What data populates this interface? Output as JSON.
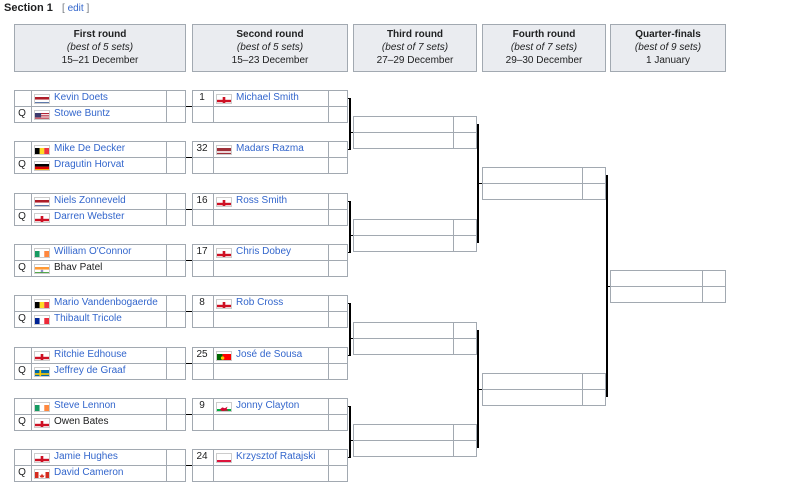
{
  "section": {
    "title": "Section 1",
    "edit_open": "[",
    "edit_label": "edit",
    "edit_close": "]"
  },
  "rounds": [
    {
      "name": "First round",
      "format": "(best of 5 sets)",
      "dates": "15–21 December"
    },
    {
      "name": "Second round",
      "format": "(best of 5 sets)",
      "dates": "15–23 December"
    },
    {
      "name": "Third round",
      "format": "(best of 7 sets)",
      "dates": "27–29 December"
    },
    {
      "name": "Fourth round",
      "format": "(best of 7 sets)",
      "dates": "29–30 December"
    },
    {
      "name": "Quarter-finals",
      "format": "(best of 9 sets)",
      "dates": "1 January"
    }
  ],
  "first_round": [
    {
      "top": {
        "seed": "",
        "name": "Kevin Doets",
        "flag": "NED"
      },
      "bottom": {
        "seed": "Q",
        "name": "Stowe Buntz",
        "flag": "USA"
      }
    },
    {
      "top": {
        "seed": "",
        "name": "Mike De Decker",
        "flag": "BEL"
      },
      "bottom": {
        "seed": "Q",
        "name": "Dragutin Horvat",
        "flag": "GER"
      }
    },
    {
      "top": {
        "seed": "",
        "name": "Niels Zonneveld",
        "flag": "NED"
      },
      "bottom": {
        "seed": "Q",
        "name": "Darren Webster",
        "flag": "ENG"
      }
    },
    {
      "top": {
        "seed": "",
        "name": "William O'Connor",
        "flag": "IRL"
      },
      "bottom": {
        "seed": "Q",
        "name": "Bhav Patel",
        "flag": "IND"
      }
    },
    {
      "top": {
        "seed": "",
        "name": "Mario Vandenbogaerde",
        "flag": "BEL"
      },
      "bottom": {
        "seed": "Q",
        "name": "Thibault Tricole",
        "flag": "FRA"
      }
    },
    {
      "top": {
        "seed": "",
        "name": "Ritchie Edhouse",
        "flag": "ENG"
      },
      "bottom": {
        "seed": "Q",
        "name": "Jeffrey de Graaf",
        "flag": "SWE"
      }
    },
    {
      "top": {
        "seed": "",
        "name": "Steve Lennon",
        "flag": "IRL"
      },
      "bottom": {
        "seed": "Q",
        "name": "Owen Bates",
        "flag": "ENG"
      }
    },
    {
      "top": {
        "seed": "",
        "name": "Jamie Hughes",
        "flag": "ENG"
      },
      "bottom": {
        "seed": "Q",
        "name": "David Cameron",
        "flag": "CAN"
      }
    }
  ],
  "second_round": [
    {
      "seed": "1",
      "name": "Michael Smith",
      "flag": "ENG"
    },
    {
      "seed": "32",
      "name": "Madars Razma",
      "flag": "LAT"
    },
    {
      "seed": "16",
      "name": "Ross Smith",
      "flag": "ENG"
    },
    {
      "seed": "17",
      "name": "Chris Dobey",
      "flag": "ENG"
    },
    {
      "seed": "8",
      "name": "Rob Cross",
      "flag": "ENG"
    },
    {
      "seed": "25",
      "name": "José de Sousa",
      "flag": "POR"
    },
    {
      "seed": "9",
      "name": "Jonny Clayton",
      "flag": "WAL"
    },
    {
      "seed": "24",
      "name": "Krzysztof Ratajski",
      "flag": "POL"
    }
  ]
}
